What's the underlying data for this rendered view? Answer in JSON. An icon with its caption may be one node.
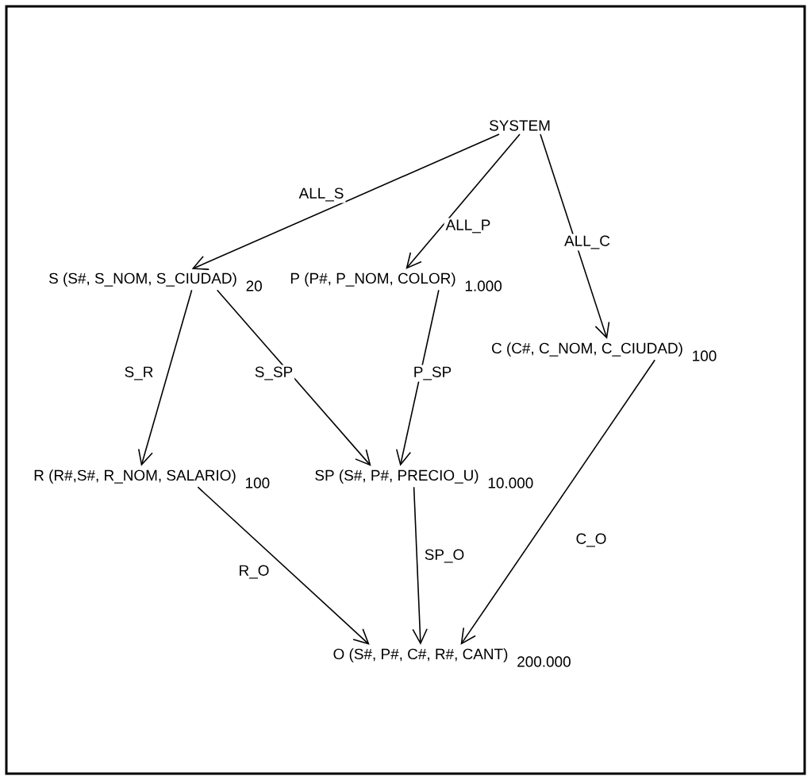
{
  "diagram": {
    "nodes": [
      {
        "text": [
          "SYSTEM"
        ]
      },
      {
        "text": [
          "S (S#, S_NOM, S_CIUDAD)"
        ],
        "beside": [
          "20"
        ]
      },
      {
        "text": [
          "P (P#, P_NOM, COLOR)"
        ],
        "beside": [
          "1.000"
        ]
      },
      {
        "text": [
          "C (C#, C_NOM, C_CIUDAD)"
        ],
        "beside": [
          "100"
        ]
      },
      {
        "text": [
          "R (R#,S#, R_NOM, SALARIO)"
        ],
        "beside": [
          "100"
        ]
      },
      {
        "text": [
          "SP (S#, P#, PRECIO_U)"
        ],
        "beside": [
          "10.000"
        ]
      },
      {
        "text": [
          "O (S#, P#, C#, R#, CANT)"
        ],
        "beside": [
          "200.000"
        ]
      }
    ],
    "edges": [
      {
        "from": 0,
        "to": 1,
        "arrow": "to",
        "label": "ALL_S"
      },
      {
        "from": 0,
        "to": 2,
        "arrow": "to",
        "label": "ALL_P"
      },
      {
        "from": 0,
        "to": 3,
        "arrow": "to",
        "label": "ALL_C"
      },
      {
        "from": 1,
        "to": 4,
        "arrow": "to",
        "label": "S_R"
      },
      {
        "from": 1,
        "to": 5,
        "arrow": "to",
        "label": "S_SP"
      },
      {
        "from": 2,
        "to": 5,
        "arrow": "to",
        "label": "P_SP"
      },
      {
        "from": 4,
        "to": 6,
        "arrow": "to",
        "label": "R_O"
      },
      {
        "from": 5,
        "to": 6,
        "arrow": "to",
        "label": "SP_O"
      },
      {
        "from": 3,
        "to": 6,
        "arrow": "to",
        "label": "C_O"
      }
    ]
  }
}
